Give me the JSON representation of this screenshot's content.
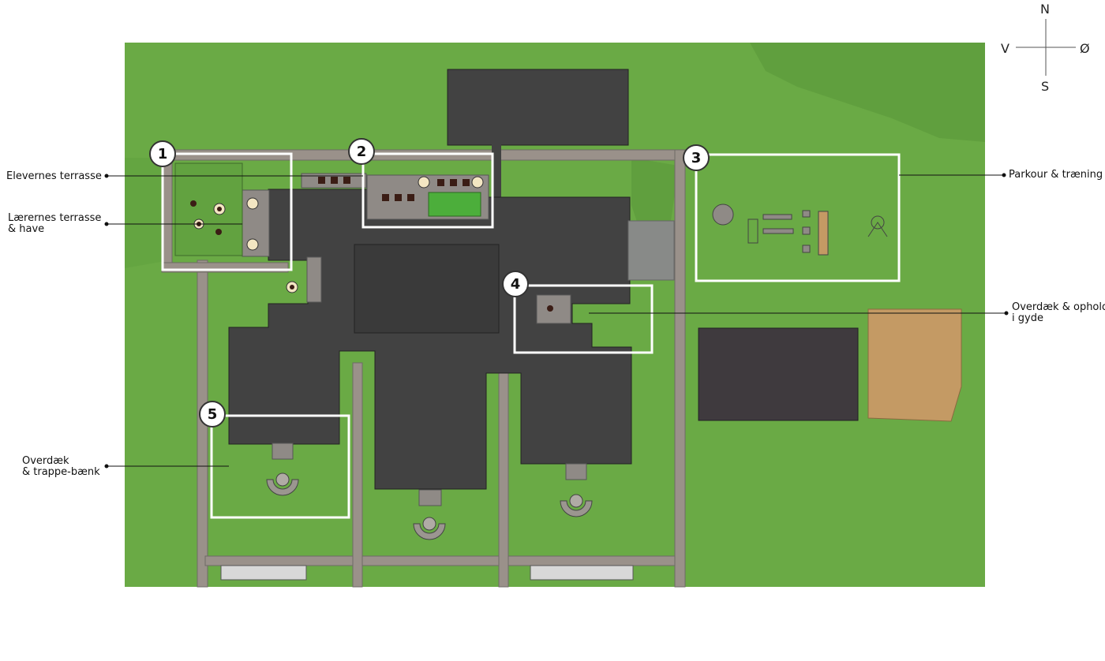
{
  "compass": {
    "north": "N",
    "south": "S",
    "west": "V",
    "east": "Ø"
  },
  "zones": [
    {
      "number": "1",
      "label_line1": "Elevernes terrasse",
      "label_line2": ""
    },
    {
      "number": "2",
      "label_line1": "Lærernes terrasse",
      "label_line2": "& have"
    },
    {
      "number": "3",
      "label_line1": "Parkour & træning",
      "label_line2": ""
    },
    {
      "number": "4",
      "label_line1": "Overdæk & ophold",
      "label_line2": "i gyde"
    },
    {
      "number": "5",
      "label_line1": "Overdæk",
      "label_line2": "& trappe-bænk"
    }
  ],
  "colors": {
    "grass": "#6aaa45",
    "grass_dark": "#5c9a3c",
    "roof": "#424242",
    "path": "#9a918a",
    "zone_outline": "#ffffff",
    "wood": "#c49a64",
    "dark_roof": "#3f3a3e"
  }
}
